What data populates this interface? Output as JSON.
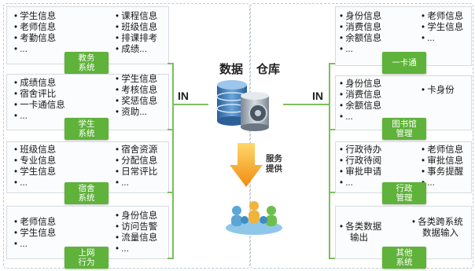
{
  "left": [
    {
      "col1": [
        "学生信息",
        "老师信息",
        "考勤信息",
        "..."
      ],
      "col2": [
        "课程信息",
        "班级信息",
        "排课排考",
        "成绩..."
      ],
      "tag": [
        "教务",
        "系统"
      ]
    },
    {
      "col1": [
        "成绩信息",
        "宿舍评比",
        "一卡通信息",
        "..."
      ],
      "col2": [
        "学生信息",
        "考核信息",
        "奖惩信息",
        "资助..."
      ],
      "tag": [
        "学生",
        "系统"
      ]
    },
    {
      "col1": [
        "班级信息",
        "专业信息",
        "学生信息",
        "..."
      ],
      "col2": [
        "宿舍资源",
        "分配信息",
        "日常评比",
        "..."
      ],
      "tag": [
        "宿舍",
        "系统"
      ]
    },
    {
      "col1": [
        "老师信息",
        "学生信息",
        "..."
      ],
      "col2": [
        "身份信息",
        "访问告警",
        "流量信息",
        "..."
      ],
      "tag": [
        "上网",
        "行为"
      ]
    }
  ],
  "right": [
    {
      "col1": [
        "身份信息",
        "消费信息",
        "余额信息",
        "..."
      ],
      "col2": [
        "老师信息",
        "学生信息",
        "..."
      ],
      "tag": [
        "一卡通"
      ]
    },
    {
      "col1": [
        "身份信息",
        "消费信息",
        "余额信息",
        "..."
      ],
      "col2": [
        "卡身份"
      ],
      "tag": [
        "图书馆",
        "管理"
      ]
    },
    {
      "col1": [
        "行政待办",
        "行政待阅",
        "审批申请",
        "..."
      ],
      "col2": [
        "老师信息",
        "审批信息",
        "事务提醒",
        "..."
      ],
      "tag": [
        "行政",
        "管理"
      ]
    },
    {
      "col1": [
        "各类数据",
        "输出"
      ],
      "col2": [
        "各类跨系统",
        "数据输入"
      ],
      "tag": [
        "其他",
        "系统"
      ]
    }
  ],
  "center": {
    "in_left": "IN",
    "in_right": "IN",
    "title_part1": "数据",
    "title_part2": "仓库",
    "service": [
      "服务",
      "提供"
    ]
  },
  "colors": {
    "tag_green": "#5fb23a",
    "arrow_orange": "#f5a623",
    "db_blue": "#3b79b8",
    "frame": "#bfcbd6"
  }
}
